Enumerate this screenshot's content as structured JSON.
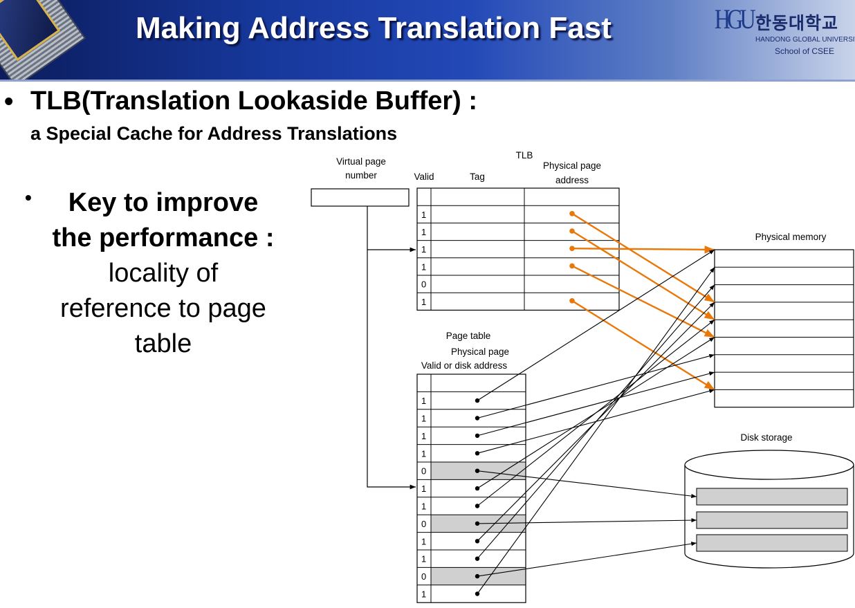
{
  "header": {
    "title": "Making Address Translation Fast",
    "logo": {
      "mark": "HGU",
      "korean": "한동대학교",
      "english": "HANDONG GLOBAL UNIVERSITY",
      "department": "School of CSEE"
    }
  },
  "main": {
    "heading": "TLB(Translation Lookaside Buffer) :",
    "subheading": "a Special Cache for Address Translations",
    "point": {
      "line1": "Key to improve",
      "line2": "the performance :",
      "line3": "locality of",
      "line4": "reference to page",
      "line5": "table"
    }
  },
  "diagram": {
    "virtual_page": {
      "label_line1": "Virtual page",
      "label_line2": "number"
    },
    "tlb": {
      "title": "TLB",
      "col_valid": "Valid",
      "col_tag": "Tag",
      "col_phys_line1": "Physical page",
      "col_phys_line2": "address",
      "valid_bits": [
        "1",
        "1",
        "1",
        "1",
        "0",
        "1"
      ]
    },
    "page_table": {
      "title": "Page table",
      "col_phys_line1": "Physical page",
      "col_phys_line2": "Valid or disk address",
      "valid_bits": [
        "1",
        "1",
        "1",
        "1",
        "0",
        "1",
        "1",
        "0",
        "1",
        "1",
        "0",
        "1"
      ]
    },
    "physical_memory": {
      "label": "Physical memory"
    },
    "disk_storage": {
      "label": "Disk storage"
    },
    "colors": {
      "tlb_arrow": "#e8780a",
      "page_table_arrow": "#000000",
      "invalid_row_fill": "#d0d0d0",
      "disk_page_fill": "#d0d0d0"
    }
  }
}
